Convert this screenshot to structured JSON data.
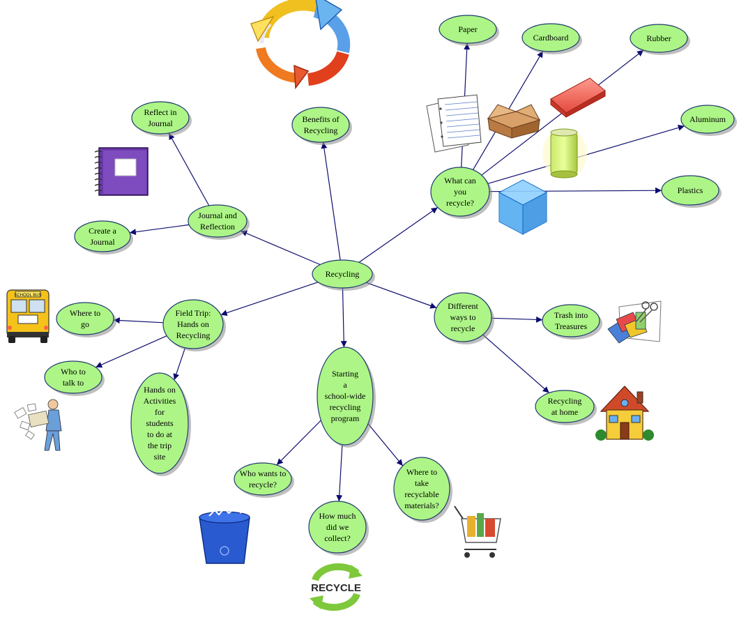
{
  "diagram": {
    "nodes": [
      {
        "id": "recycling",
        "label": "Recycling"
      },
      {
        "id": "benefits",
        "label": "Benefits of Recycling"
      },
      {
        "id": "journal_reflection",
        "label": "Journal and Reflection"
      },
      {
        "id": "reflect_journal",
        "label": "Reflect in Journal"
      },
      {
        "id": "create_journal",
        "label": "Create a Journal"
      },
      {
        "id": "what_recycle",
        "label": "What can you recycle?"
      },
      {
        "id": "paper",
        "label": "Paper"
      },
      {
        "id": "cardboard",
        "label": "Cardboard"
      },
      {
        "id": "rubber",
        "label": "Rubber"
      },
      {
        "id": "aluminum",
        "label": "Aluminum"
      },
      {
        "id": "plastics",
        "label": "Plastics"
      },
      {
        "id": "field_trip",
        "label": "Field Trip: Hands on Recycling"
      },
      {
        "id": "where_go",
        "label": "Where to go"
      },
      {
        "id": "who_talk",
        "label": "Who to talk to"
      },
      {
        "id": "hands_on",
        "label": "Hands on Activities for students to do at the trip site"
      },
      {
        "id": "different_ways",
        "label": "Different ways to recycle"
      },
      {
        "id": "trash_treasures",
        "label": "Trash into Treasures"
      },
      {
        "id": "recycling_home",
        "label": "Recycling at home"
      },
      {
        "id": "school_program",
        "label": "Starting a school-wide recycling program"
      },
      {
        "id": "who_wants",
        "label": "Who wants to recycle?"
      },
      {
        "id": "how_much",
        "label": "How much did we collect?"
      },
      {
        "id": "where_take",
        "label": "Where to take recyclable materials?"
      }
    ],
    "edges": [
      {
        "from": "recycling",
        "to": "benefits"
      },
      {
        "from": "recycling",
        "to": "journal_reflection"
      },
      {
        "from": "journal_reflection",
        "to": "reflect_journal"
      },
      {
        "from": "journal_reflection",
        "to": "create_journal"
      },
      {
        "from": "recycling",
        "to": "what_recycle"
      },
      {
        "from": "what_recycle",
        "to": "paper"
      },
      {
        "from": "what_recycle",
        "to": "cardboard"
      },
      {
        "from": "what_recycle",
        "to": "rubber"
      },
      {
        "from": "what_recycle",
        "to": "aluminum"
      },
      {
        "from": "what_recycle",
        "to": "plastics"
      },
      {
        "from": "recycling",
        "to": "field_trip"
      },
      {
        "from": "field_trip",
        "to": "where_go"
      },
      {
        "from": "field_trip",
        "to": "who_talk"
      },
      {
        "from": "field_trip",
        "to": "hands_on"
      },
      {
        "from": "recycling",
        "to": "different_ways"
      },
      {
        "from": "different_ways",
        "to": "trash_treasures"
      },
      {
        "from": "different_ways",
        "to": "recycling_home"
      },
      {
        "from": "recycling",
        "to": "school_program"
      },
      {
        "from": "school_program",
        "to": "who_wants"
      },
      {
        "from": "school_program",
        "to": "how_much"
      },
      {
        "from": "school_program",
        "to": "where_take"
      }
    ]
  },
  "clipart": {
    "recycle_arrows": "recycle-arrows-icon",
    "notebook": "notebook-icon",
    "paper_sheets": "paper-sheets-icon",
    "cardboard_box": "cardboard-box-icon",
    "eraser": "eraser-icon",
    "soda_can": "soda-can-icon",
    "plastic_cube": "plastic-cube-icon",
    "school_bus": "school-bus-icon",
    "person_with_papers": "person-with-papers-icon",
    "scissors_paper": "scissors-paper-icon",
    "house": "house-icon",
    "recycle_bin": "recycle-bin-icon",
    "recycle_logo": "recycle-logo-icon",
    "recycle_logo_text": "RECYCLE",
    "bus_sign": "SCHOOL BUS",
    "shopping_cart": "shopping-cart-icon"
  },
  "colors": {
    "node_fill": "#adf587",
    "node_stroke": "#1f3a6e",
    "edge": "#0d0d6e"
  }
}
